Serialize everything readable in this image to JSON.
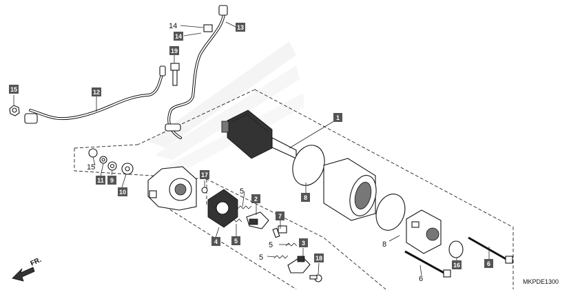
{
  "diagram_code": "MKPDE1300",
  "direction_label": "FR.",
  "boxed_callouts": [
    {
      "id": "c1",
      "label": "1"
    },
    {
      "id": "c2",
      "label": "2"
    },
    {
      "id": "c3",
      "label": "3"
    },
    {
      "id": "c4",
      "label": "4"
    },
    {
      "id": "c5",
      "label": "5"
    },
    {
      "id": "c6",
      "label": "6"
    },
    {
      "id": "c7",
      "label": "7"
    },
    {
      "id": "c8",
      "label": "8"
    },
    {
      "id": "c9",
      "label": "9"
    },
    {
      "id": "c10",
      "label": "10"
    },
    {
      "id": "c11",
      "label": "11"
    },
    {
      "id": "c12",
      "label": "12"
    },
    {
      "id": "c13",
      "label": "13"
    },
    {
      "id": "c14",
      "label": "14"
    },
    {
      "id": "c15",
      "label": "15"
    },
    {
      "id": "c16",
      "label": "16"
    },
    {
      "id": "c17",
      "label": "17"
    },
    {
      "id": "c18",
      "label": "18"
    },
    {
      "id": "c19",
      "label": "19"
    }
  ],
  "plain_callouts": [
    {
      "id": "p14",
      "label": "14"
    },
    {
      "id": "p15",
      "label": "15"
    },
    {
      "id": "p5a",
      "label": "5"
    },
    {
      "id": "p5b",
      "label": "5"
    },
    {
      "id": "p5c",
      "label": "5"
    },
    {
      "id": "p8",
      "label": "8"
    },
    {
      "id": "p6",
      "label": "6"
    }
  ],
  "colors": {
    "line": "#111111",
    "callout_box": "#555555",
    "watermark": "#d0d0d0"
  }
}
